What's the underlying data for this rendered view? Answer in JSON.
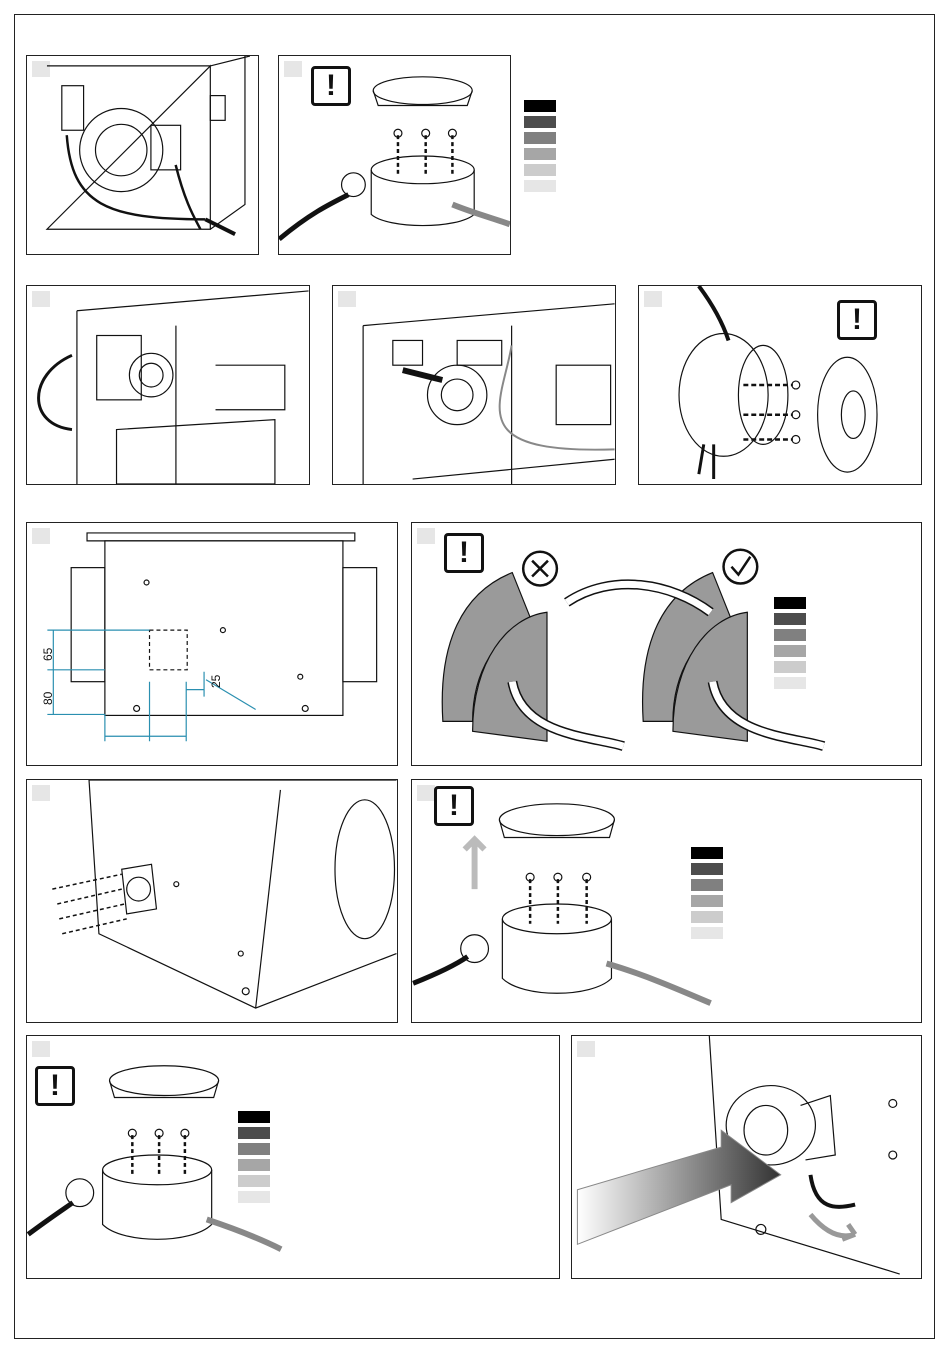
{
  "panels": [
    {
      "id": "p1",
      "step": ""
    },
    {
      "id": "p2",
      "step": ""
    },
    {
      "id": "p3",
      "step": ""
    },
    {
      "id": "p4",
      "step": ""
    },
    {
      "id": "p5",
      "step": ""
    },
    {
      "id": "p6",
      "step": ""
    },
    {
      "id": "p7",
      "step": ""
    },
    {
      "id": "p8",
      "step": ""
    },
    {
      "id": "p9",
      "step": ""
    },
    {
      "id": "p10",
      "step": ""
    },
    {
      "id": "p11",
      "step": ""
    }
  ],
  "warning_symbol": "!",
  "swatch_colors": [
    "#000000",
    "#4d4d4d",
    "#808080",
    "#a6a6a6",
    "#cccccc",
    "#e6e6e6"
  ],
  "dimensions": {
    "d65": "65",
    "d80": "80",
    "d25": "25"
  },
  "icons": {
    "wrong": "cross-circle-icon",
    "right": "check-circle-icon",
    "warning": "exclamation-box-icon"
  },
  "colors": {
    "accent_dim": "#2a8fb0",
    "gray_panel": "#9a9a9a"
  }
}
